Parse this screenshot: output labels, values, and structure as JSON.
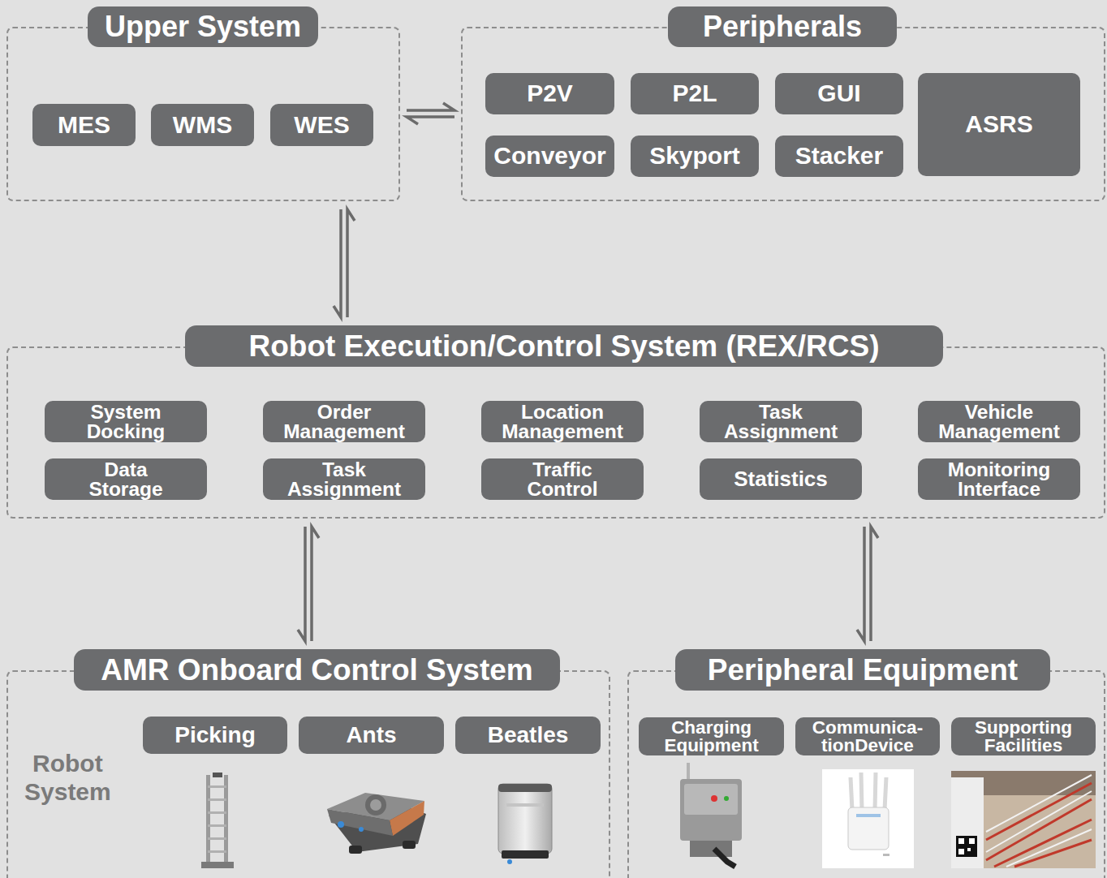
{
  "diagram": {
    "nodes": [
      {
        "text": [
          "Upper System"
        ]
      },
      {
        "text": [
          "MES"
        ],
        "in": 0
      },
      {
        "text": [
          "WMS"
        ],
        "in": 0
      },
      {
        "text": [
          "WES"
        ],
        "in": 0
      },
      {
        "text": [
          "Peripherals"
        ]
      },
      {
        "text": [
          "P2V"
        ],
        "in": 4
      },
      {
        "text": [
          "P2L"
        ],
        "in": 4
      },
      {
        "text": [
          "GUI"
        ],
        "in": 4
      },
      {
        "text": [
          "ASRS"
        ],
        "in": 4
      },
      {
        "text": [
          "Conveyor"
        ],
        "in": 4
      },
      {
        "text": [
          "Skyport"
        ],
        "in": 4
      },
      {
        "text": [
          "Stacker"
        ],
        "in": 4
      },
      {
        "text": [
          "Robot Execution/Control System (REX/RCS)"
        ]
      },
      {
        "text": [
          "System Docking"
        ],
        "in": 12
      },
      {
        "text": [
          "Order Management"
        ],
        "in": 12
      },
      {
        "text": [
          "Location Management"
        ],
        "in": 12
      },
      {
        "text": [
          "Task Assignment"
        ],
        "in": 12
      },
      {
        "text": [
          "Vehicle Management"
        ],
        "in": 12
      },
      {
        "text": [
          "Data Storage"
        ],
        "in": 12
      },
      {
        "text": [
          "Task Assignment"
        ],
        "in": 12
      },
      {
        "text": [
          "Traffic Control"
        ],
        "in": 12
      },
      {
        "text": [
          "Statistics"
        ],
        "in": 12
      },
      {
        "text": [
          "Monitoring Interface"
        ],
        "in": 12
      },
      {
        "text": [
          "AMR Onboard Control System"
        ]
      },
      {
        "text": [
          "Picking"
        ],
        "in": 23
      },
      {
        "text": [
          "Ants"
        ],
        "in": 23
      },
      {
        "text": [
          "Beatles"
        ],
        "in": 23
      },
      {
        "text": [
          "Peripheral Equipment"
        ]
      },
      {
        "text": [
          "Charging Equipment"
        ],
        "in": 27
      },
      {
        "text": [
          "Communica- tionDevice"
        ],
        "in": 27
      },
      {
        "text": [
          "Supporting Facilities"
        ],
        "in": 27
      }
    ],
    "edges": [
      {
        "from": 0,
        "to": 4,
        "arrow": "both"
      },
      {
        "from": 0,
        "to": 12,
        "arrow": "both"
      },
      {
        "from": 12,
        "to": 23,
        "arrow": "both"
      },
      {
        "from": 12,
        "to": 27,
        "arrow": "both"
      }
    ],
    "labels": [
      "Robot System"
    ]
  }
}
